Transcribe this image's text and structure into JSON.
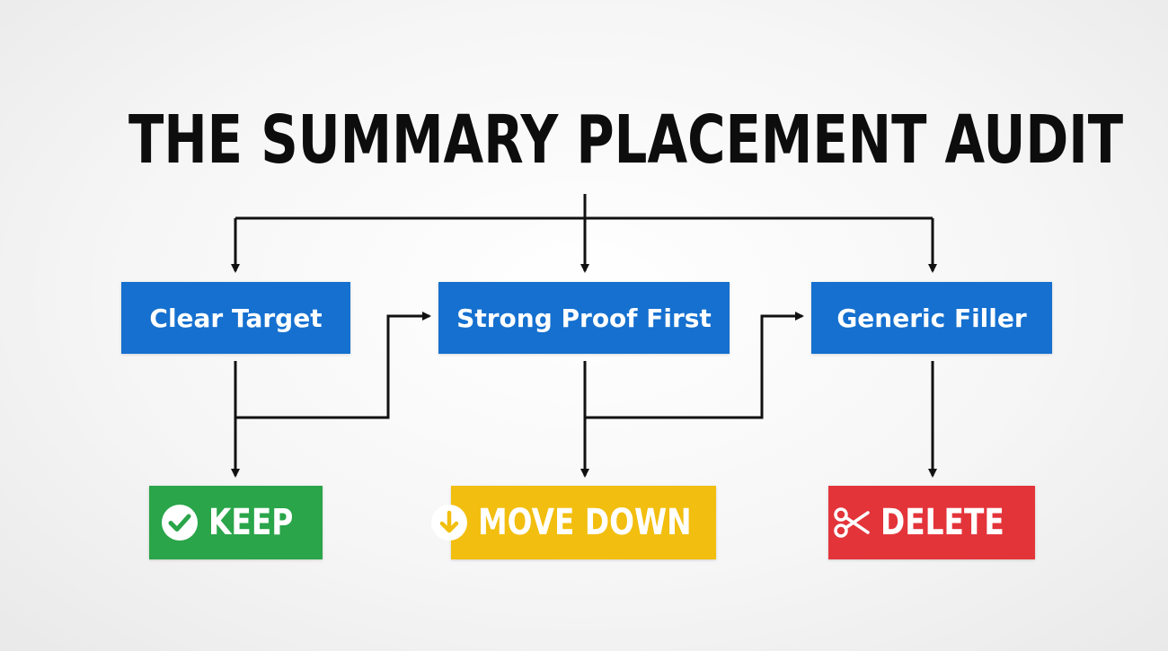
{
  "title": "THE SUMMARY PLACEMENT AUDIT",
  "criteria": [
    {
      "label": "Clear Target"
    },
    {
      "label": "Strong Proof First"
    },
    {
      "label": "Generic Filler"
    }
  ],
  "actions": [
    {
      "label": "KEEP",
      "icon": "check-circle-icon",
      "color": "#2aa54a"
    },
    {
      "label": "MOVE DOWN",
      "icon": "arrow-down-circle-icon",
      "color": "#f2be0f"
    },
    {
      "label": "DELETE",
      "icon": "scissors-icon",
      "color": "#e3343a"
    }
  ],
  "colors": {
    "criterion_box": "#1570cf",
    "connector": "#111111",
    "title": "#0d0d0d"
  }
}
